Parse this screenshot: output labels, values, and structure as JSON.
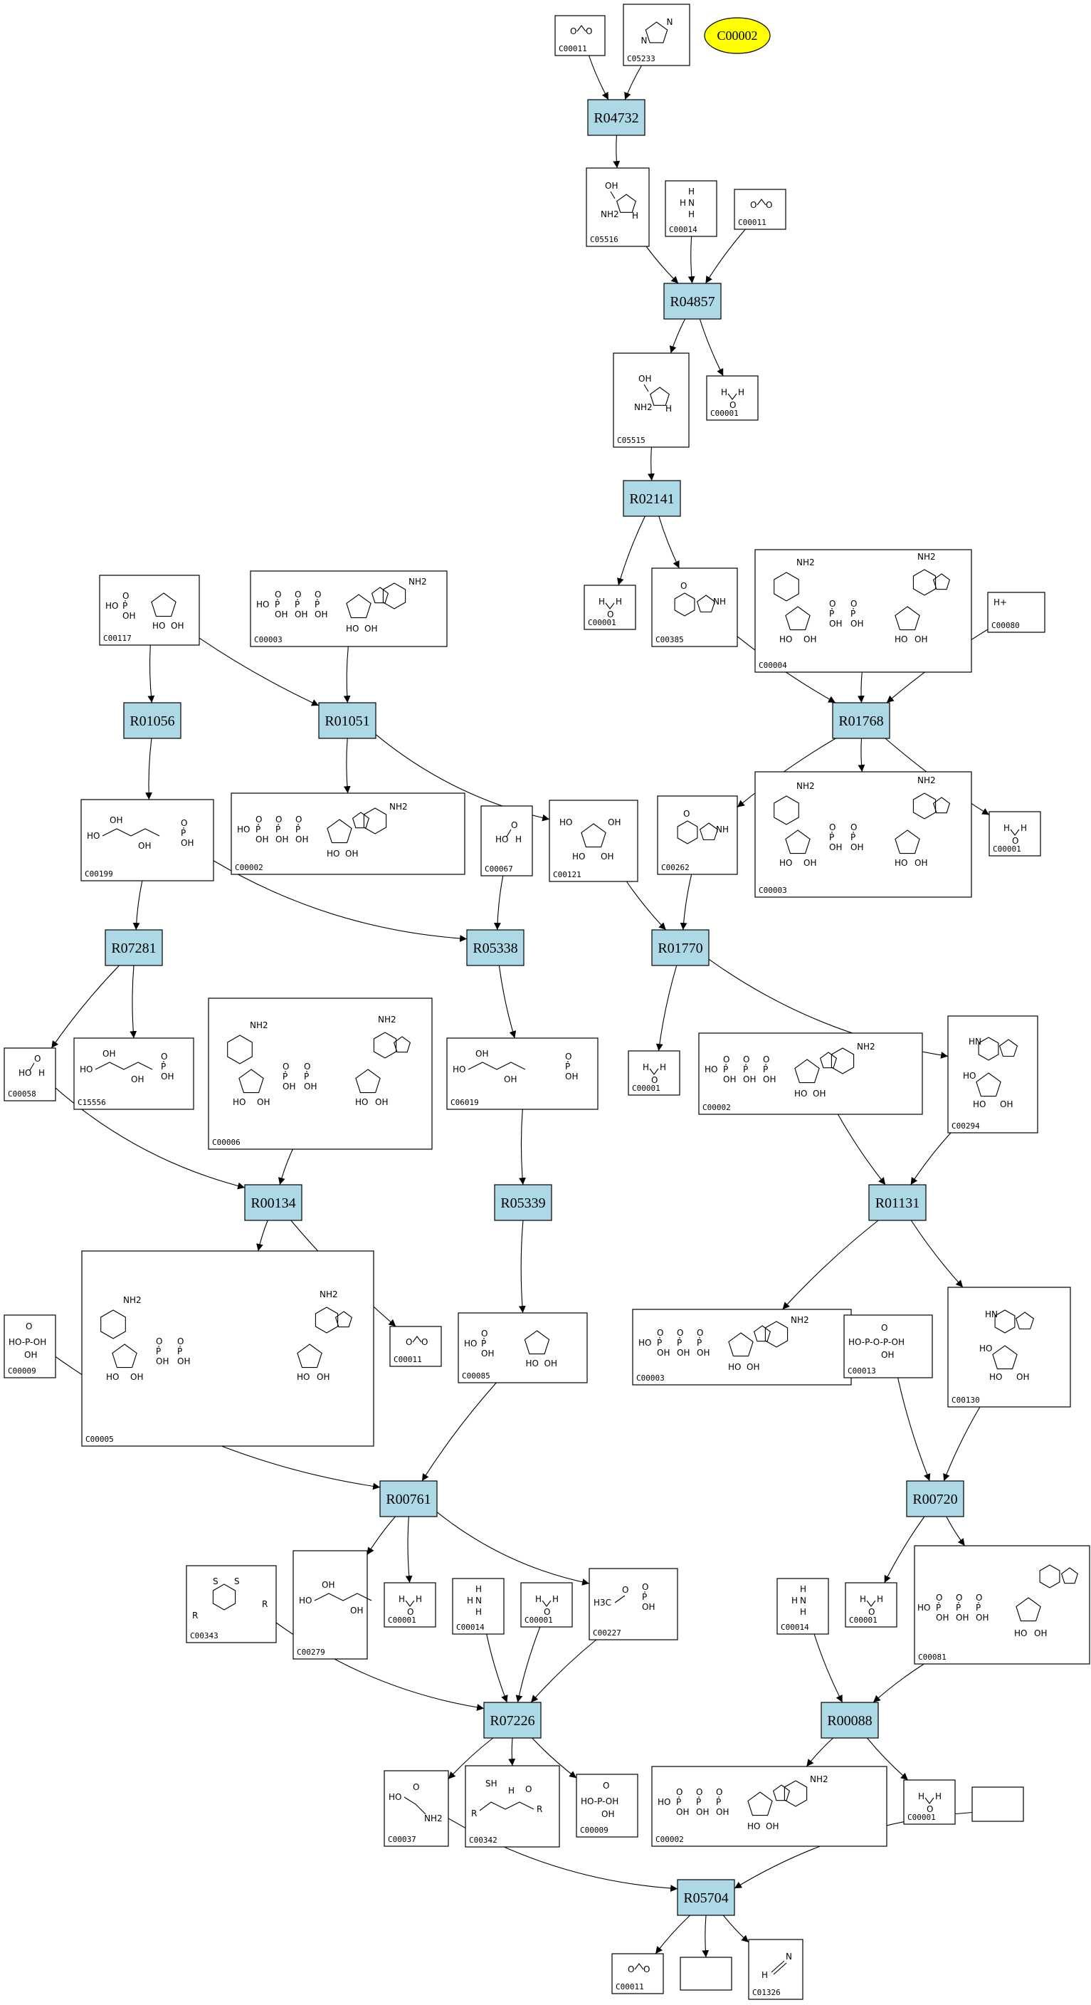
{
  "highlight": {
    "label": "C00002"
  },
  "reactions": [
    {
      "id": "R04732",
      "label": "R04732"
    },
    {
      "id": "R04857",
      "label": "R04857"
    },
    {
      "id": "R02141",
      "label": "R02141"
    },
    {
      "id": "R01056",
      "label": "R01056"
    },
    {
      "id": "R01051",
      "label": "R01051"
    },
    {
      "id": "R01768",
      "label": "R01768"
    },
    {
      "id": "R07281",
      "label": "R07281"
    },
    {
      "id": "R05338",
      "label": "R05338"
    },
    {
      "id": "R01770",
      "label": "R01770"
    },
    {
      "id": "R00134",
      "label": "R00134"
    },
    {
      "id": "R05339",
      "label": "R05339"
    },
    {
      "id": "R01131",
      "label": "R01131"
    },
    {
      "id": "R00761",
      "label": "R00761"
    },
    {
      "id": "R00720",
      "label": "R00720"
    },
    {
      "id": "R07226",
      "label": "R07226"
    },
    {
      "id": "R00088",
      "label": "R00088"
    },
    {
      "id": "R05704",
      "label": "R05704"
    }
  ],
  "compounds": [
    {
      "key": "c1",
      "label": "C00011"
    },
    {
      "key": "c2",
      "label": "C05233"
    },
    {
      "key": "c3",
      "label": "C05516"
    },
    {
      "key": "c4",
      "label": "C00014"
    },
    {
      "key": "c5",
      "label": "C00011"
    },
    {
      "key": "c6",
      "label": "C05515"
    },
    {
      "key": "c7",
      "label": "C00001"
    },
    {
      "key": "c8",
      "label": "C00001"
    },
    {
      "key": "c9",
      "label": "C00385"
    },
    {
      "key": "c10",
      "label": "C00004"
    },
    {
      "key": "c11",
      "label": "C00080"
    },
    {
      "key": "c12",
      "label": "C00117"
    },
    {
      "key": "c13",
      "label": "C00003"
    },
    {
      "key": "c14",
      "label": "C00199"
    },
    {
      "key": "c15",
      "label": "C00002"
    },
    {
      "key": "c16",
      "label": "C00067"
    },
    {
      "key": "c17",
      "label": "C00121"
    },
    {
      "key": "c18",
      "label": "C00262"
    },
    {
      "key": "c19",
      "label": "C00003"
    },
    {
      "key": "c20",
      "label": "C00001"
    },
    {
      "key": "c21",
      "label": "C00058"
    },
    {
      "key": "c22",
      "label": "C15556"
    },
    {
      "key": "c23",
      "label": "C00006"
    },
    {
      "key": "c24",
      "label": "C06019"
    },
    {
      "key": "c25",
      "label": "C00001"
    },
    {
      "key": "c26",
      "label": "C00002"
    },
    {
      "key": "c27",
      "label": "C00294"
    },
    {
      "key": "c28",
      "label": "C00005"
    },
    {
      "key": "c29",
      "label": "C00011"
    },
    {
      "key": "c30",
      "label": "C00009"
    },
    {
      "key": "c31",
      "label": "C00085"
    },
    {
      "key": "c32",
      "label": "C00003"
    },
    {
      "key": "c33",
      "label": "C00013"
    },
    {
      "key": "c34",
      "label": "C00130"
    },
    {
      "key": "c35",
      "label": "C00343"
    },
    {
      "key": "c36",
      "label": "C00279"
    },
    {
      "key": "c37",
      "label": "C00001"
    },
    {
      "key": "c38",
      "label": "C00014"
    },
    {
      "key": "c39",
      "label": "C00001"
    },
    {
      "key": "c40",
      "label": "C00227"
    },
    {
      "key": "c41",
      "label": "C00014"
    },
    {
      "key": "c42",
      "label": "C00001"
    },
    {
      "key": "c43",
      "label": "C00081"
    },
    {
      "key": "c44",
      "label": "C00037"
    },
    {
      "key": "c45",
      "label": "C00342"
    },
    {
      "key": "c46",
      "label": "C00009"
    },
    {
      "key": "c47",
      "label": "C00002"
    },
    {
      "key": "c48",
      "label": "C00001"
    },
    {
      "key": "c49",
      "label": ""
    },
    {
      "key": "c50",
      "label": "C00011"
    },
    {
      "key": "c51",
      "label": ""
    },
    {
      "key": "c52",
      "label": "C01326"
    }
  ],
  "structure_text": {
    "oh": "OH",
    "ho": "HO",
    "o": "O",
    "h": "H",
    "n": "N",
    "nh": "NH",
    "hn": "HN",
    "nh2": "NH2",
    "p": "P",
    "hplus": "H+",
    "r": "R",
    "s": "S",
    "sh": "SH",
    "h3c": "H3C",
    "ho_p_oh": "HO-P-OH",
    "ppi": "HO-P-O-P-OH"
  }
}
